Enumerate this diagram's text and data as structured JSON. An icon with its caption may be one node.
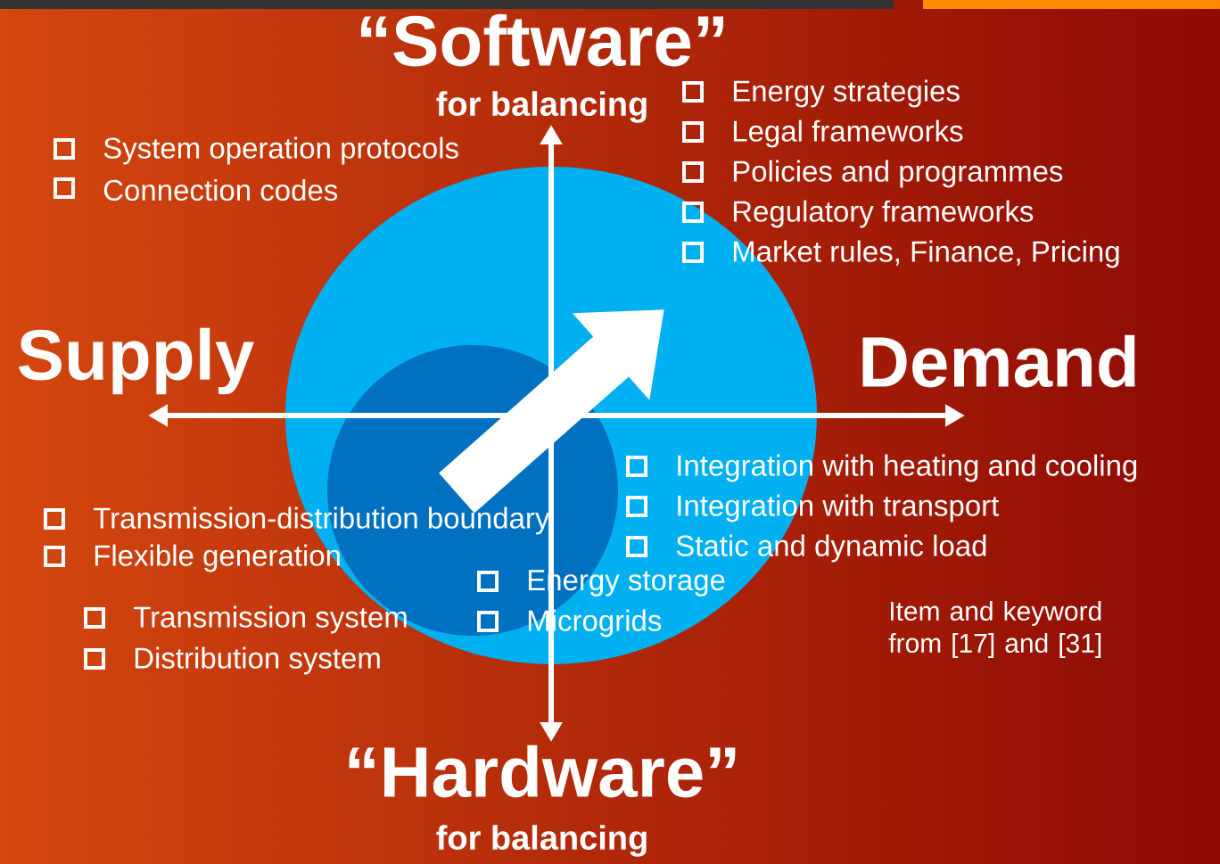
{
  "diagram": {
    "labels": [
      "“Software”",
      "for balancing",
      "System operation protocols",
      "Connection codes",
      "Energy strategies",
      "Legal frameworks",
      "Policies and programmes",
      "Regulatory frameworks",
      "Market rules, Finance, Pricing",
      "Supply",
      "Demand",
      "Integration with heating and cooling",
      "Integration with transport",
      "Static and dynamic load",
      "Transmission-distribution boundary",
      "Flexible generation",
      "Energy storage",
      "Microgrids",
      "Transmission system",
      "Distribution system",
      "Item and keyword from [17] and [31]",
      "“Hardware”",
      "for balancing"
    ]
  }
}
